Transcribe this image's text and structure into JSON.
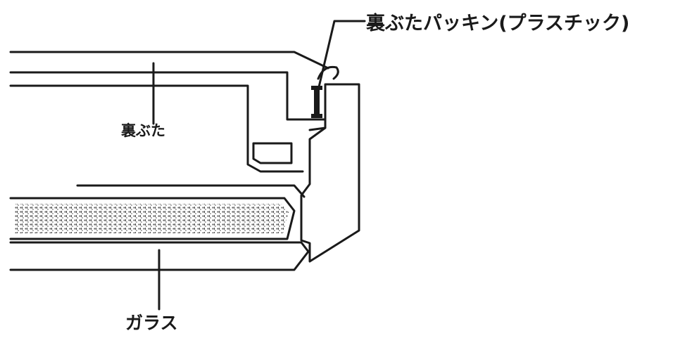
{
  "diagram": {
    "labels": {
      "back_cover_packing": "裏ぶたパッキン(プラスチック)",
      "back_cover": "裏ぶた",
      "glass": "ガラス"
    },
    "colors": {
      "line": "#1a1a1a",
      "background": "#ffffff",
      "glass_texture": "#555555"
    }
  }
}
